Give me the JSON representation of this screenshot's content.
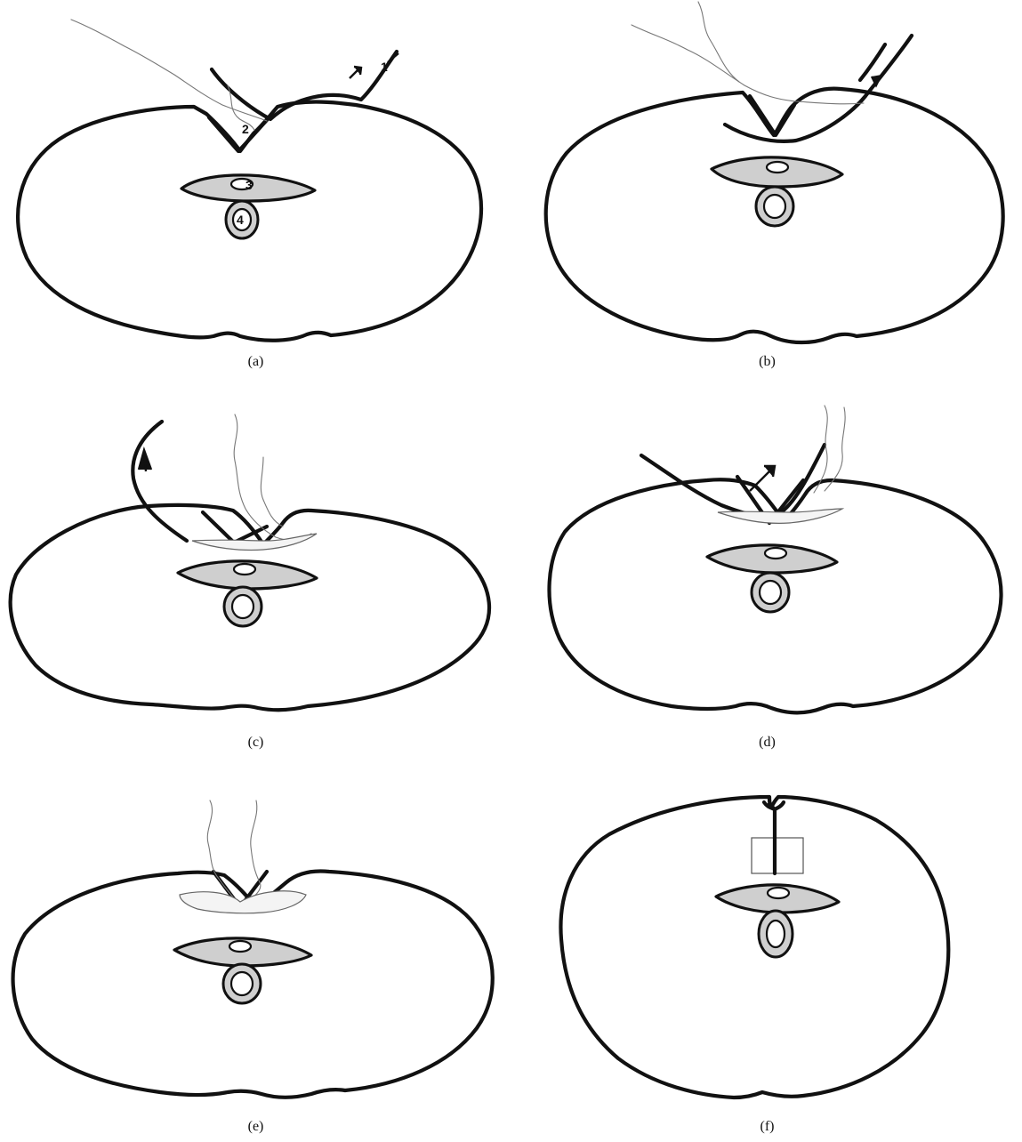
{
  "panels": [
    {
      "id": "a",
      "caption": "(a)",
      "labels": [
        "1",
        "2",
        "3",
        "4"
      ]
    },
    {
      "id": "b",
      "caption": "(b)"
    },
    {
      "id": "c",
      "caption": "(c)"
    },
    {
      "id": "d",
      "caption": "(d)"
    },
    {
      "id": "e",
      "caption": "(e)"
    },
    {
      "id": "f",
      "caption": "(f)"
    }
  ]
}
